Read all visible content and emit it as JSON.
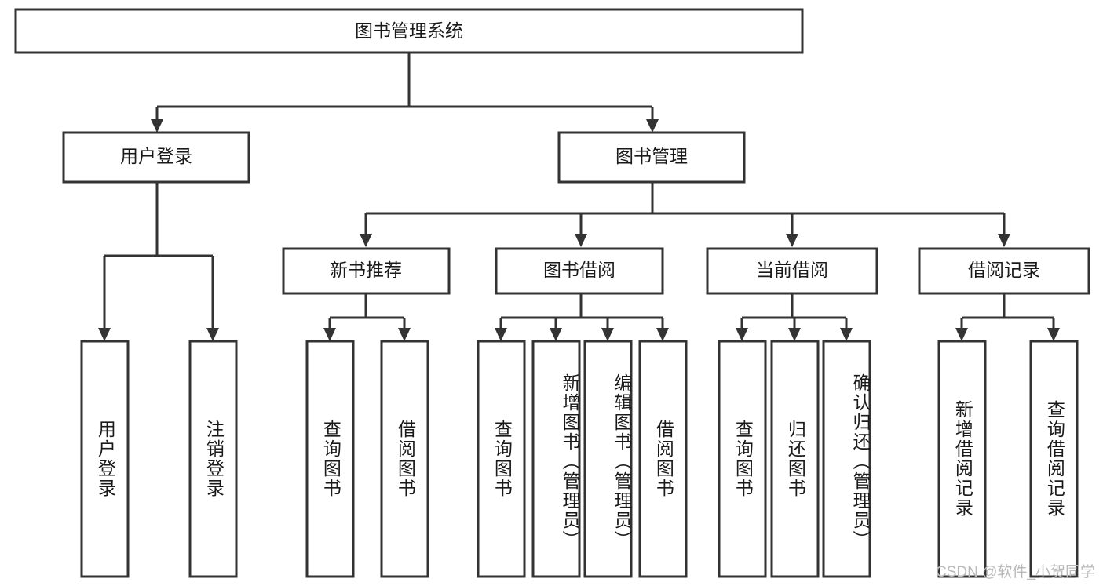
{
  "diagram": {
    "type": "tree-hierarchy-chart",
    "title": "图书管理系统",
    "orientation": "top-down",
    "colors": {
      "box_fill": "#ffffff",
      "box_stroke": "#333333",
      "text": "#1a1a1a",
      "background": "#ffffff",
      "watermark": "#b9b9b9"
    },
    "levels": [
      {
        "level": 1,
        "nodes": [
          {
            "id": "root",
            "label": "图书管理系统",
            "orientation": "horizontal"
          }
        ]
      },
      {
        "level": 2,
        "nodes": [
          {
            "id": "login",
            "label": "用户登录",
            "orientation": "horizontal",
            "parent": "root"
          },
          {
            "id": "bookmgmt",
            "label": "图书管理",
            "orientation": "horizontal",
            "parent": "root"
          }
        ]
      },
      {
        "level": 3,
        "nodes": [
          {
            "id": "newbook",
            "label": "新书推荐",
            "orientation": "horizontal",
            "parent": "bookmgmt"
          },
          {
            "id": "borrow",
            "label": "图书借阅",
            "orientation": "horizontal",
            "parent": "bookmgmt"
          },
          {
            "id": "current",
            "label": "当前借阅",
            "orientation": "horizontal",
            "parent": "bookmgmt"
          },
          {
            "id": "records",
            "label": "借阅记录",
            "orientation": "horizontal",
            "parent": "bookmgmt"
          }
        ]
      },
      {
        "level": 4,
        "nodes": [
          {
            "id": "leaf-1",
            "label": "用户登录",
            "orientation": "vertical",
            "parent": "login"
          },
          {
            "id": "leaf-2",
            "label": "注销登录",
            "orientation": "vertical",
            "parent": "login"
          },
          {
            "id": "leaf-3",
            "label": "查询图书",
            "orientation": "vertical",
            "parent": "newbook"
          },
          {
            "id": "leaf-4",
            "label": "借阅图书",
            "orientation": "vertical",
            "parent": "newbook"
          },
          {
            "id": "leaf-5",
            "label": "查询图书",
            "orientation": "vertical",
            "parent": "borrow"
          },
          {
            "id": "leaf-6",
            "label": "新增图书（管理员）",
            "orientation": "vertical",
            "parent": "borrow"
          },
          {
            "id": "leaf-7",
            "label": "编辑图书（管理员）",
            "orientation": "vertical",
            "parent": "borrow"
          },
          {
            "id": "leaf-8",
            "label": "借阅图书",
            "orientation": "vertical",
            "parent": "borrow"
          },
          {
            "id": "leaf-9",
            "label": "查询图书",
            "orientation": "vertical",
            "parent": "current"
          },
          {
            "id": "leaf-10",
            "label": "归还图书",
            "orientation": "vertical",
            "parent": "current"
          },
          {
            "id": "leaf-11",
            "label": "确认归还（管理员）",
            "orientation": "vertical",
            "parent": "current"
          },
          {
            "id": "leaf-12",
            "label": "新增借阅记录",
            "orientation": "vertical",
            "parent": "records"
          },
          {
            "id": "leaf-13",
            "label": "查询借阅记录",
            "orientation": "vertical",
            "parent": "records"
          }
        ]
      }
    ]
  },
  "watermark": {
    "text": "CSDN @软件_小贺同学"
  }
}
